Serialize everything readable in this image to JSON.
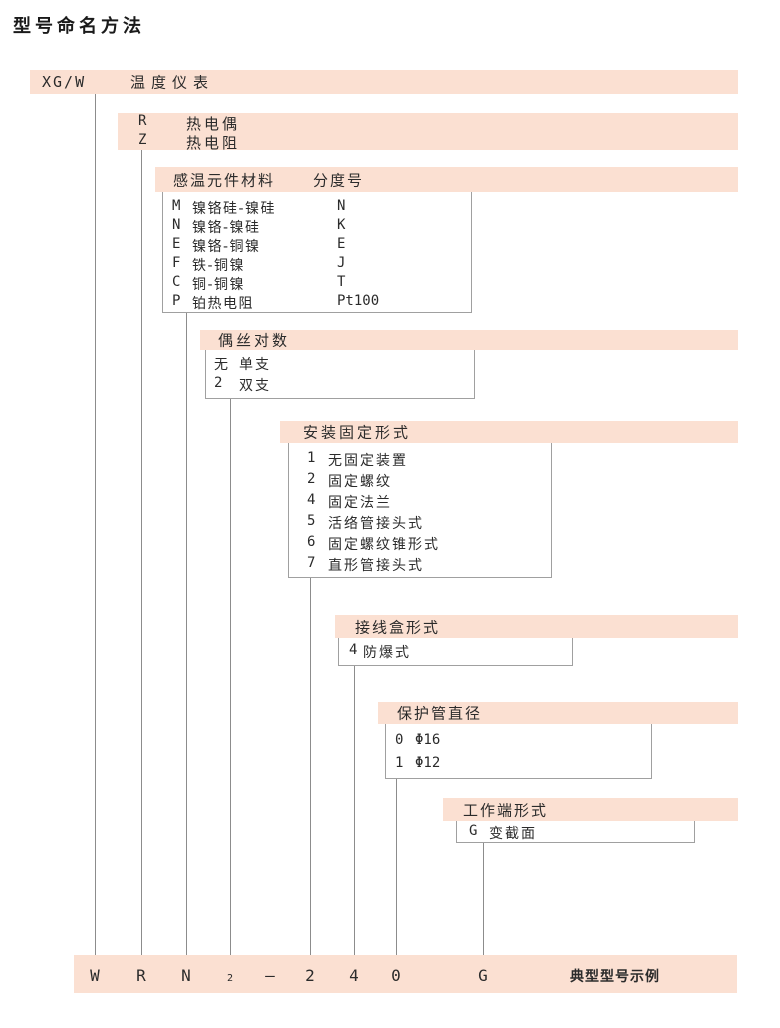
{
  "title": "型号命名方法",
  "colors": {
    "band_pink": "#fbe0d2",
    "connector_gray": "#8c8c8c",
    "box_border_gray": "#a0a0a0",
    "text": "#2b2b2b"
  },
  "instrument": {
    "code": "XG/W",
    "label": "温度仪表"
  },
  "sensor_type": {
    "rows": [
      {
        "code": "R",
        "label": "热电偶"
      },
      {
        "code": "Z",
        "label": "热电阻"
      }
    ]
  },
  "element_material": {
    "header_left": "感温元件材料",
    "header_right": "分度号",
    "rows": [
      {
        "code": "M",
        "material": "镍铬硅-镍硅",
        "grad": "N"
      },
      {
        "code": "N",
        "material": "镍铬-镍硅",
        "grad": "K"
      },
      {
        "code": "E",
        "material": "镍铬-铜镍",
        "grad": "E"
      },
      {
        "code": "F",
        "material": "铁-铜镍",
        "grad": "J"
      },
      {
        "code": "C",
        "material": "铜-铜镍",
        "grad": "T"
      },
      {
        "code": "P",
        "material": "铂热电阻",
        "grad": "Pt100"
      }
    ]
  },
  "wire_pairs": {
    "header": "偶丝对数",
    "rows": [
      {
        "code": "无",
        "label": "单支"
      },
      {
        "code": "2",
        "label": "双支"
      }
    ]
  },
  "mounting": {
    "header": "安装固定形式",
    "rows": [
      {
        "code": "1",
        "label": "无固定装置"
      },
      {
        "code": "2",
        "label": "固定螺纹"
      },
      {
        "code": "4",
        "label": "固定法兰"
      },
      {
        "code": "5",
        "label": "活络管接头式"
      },
      {
        "code": "6",
        "label": "固定螺纹锥形式"
      },
      {
        "code": "7",
        "label": "直形管接头式"
      }
    ]
  },
  "junction_box": {
    "header": "接线盒形式",
    "rows": [
      {
        "code": "4",
        "label": "防爆式"
      }
    ]
  },
  "tube_diameter": {
    "header": "保护管直径",
    "rows": [
      {
        "code": "0",
        "label": "Φ16"
      },
      {
        "code": "1",
        "label": "Φ12"
      }
    ]
  },
  "working_end": {
    "header": "工作端形式",
    "rows": [
      {
        "code": "G",
        "label": "变截面"
      }
    ]
  },
  "example": {
    "chars": [
      "W",
      "R",
      "N",
      "2",
      "—",
      "2",
      "4",
      "0",
      "G"
    ],
    "label": "典型型号示例"
  }
}
